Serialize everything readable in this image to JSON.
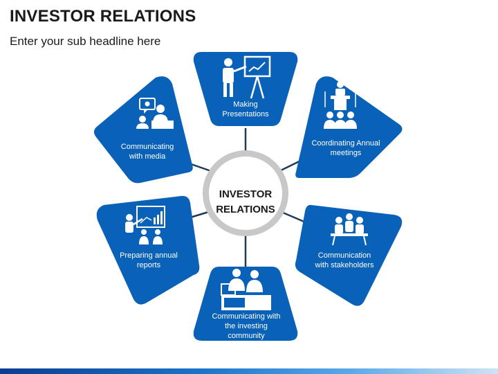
{
  "header": {
    "title": "INVESTOR RELATIONS",
    "subtitle": "Enter your sub headline here"
  },
  "center": {
    "label": "INVESTOR\nRELATIONS"
  },
  "nodes": [
    {
      "id": "top",
      "label": "Making\nPresentations",
      "icon": "presenter-icon"
    },
    {
      "id": "top-right",
      "label": "Coordinating Annual\nmeetings",
      "icon": "podium-audience-icon"
    },
    {
      "id": "bottom-right",
      "label": "Communication\nwith stakeholders",
      "icon": "meeting-table-icon"
    },
    {
      "id": "bottom",
      "label": "Communicating with\nthe investing\ncommunity",
      "icon": "colleagues-laptop-icon"
    },
    {
      "id": "bottom-left",
      "label": "Preparing annual\nreports",
      "icon": "report-chart-icon"
    },
    {
      "id": "top-left",
      "label": "Communicating\nwith media",
      "icon": "interview-icon"
    }
  ],
  "colors": {
    "accent": "#0a62b8",
    "connector": "#1f3a56",
    "ring": "#c8c8c8",
    "text": "#1a1a1a"
  }
}
